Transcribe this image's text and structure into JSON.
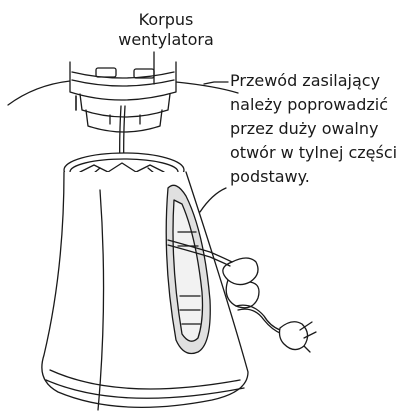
{
  "labels": {
    "housing": {
      "line1": "Korpus",
      "line2": "wentylatora"
    },
    "cable_note": {
      "line1": "Przewód zasilający",
      "line2": "należy poprowadzić",
      "line3": "przez duży owalny",
      "line4": "otwór w tylnej części",
      "line5": "podstawy."
    }
  },
  "colors": {
    "line": "#1a1a1a",
    "shade": "#d6d6d6",
    "background": "#ffffff"
  }
}
